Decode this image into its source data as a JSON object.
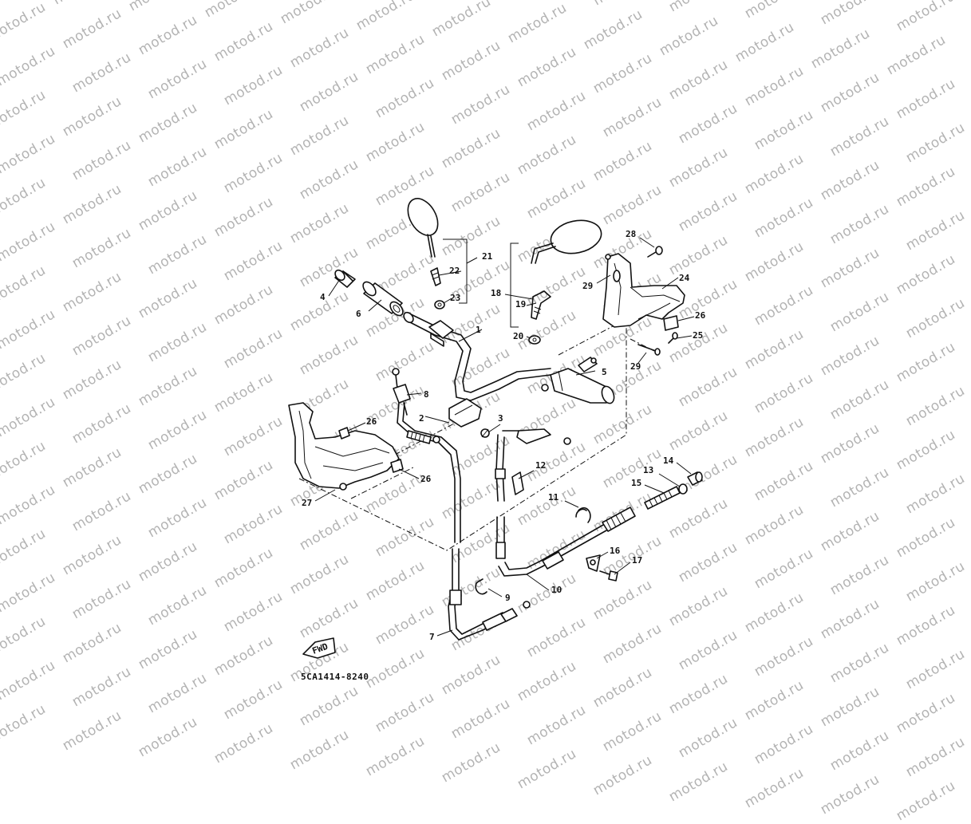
{
  "watermark": {
    "text": "motod.ru"
  },
  "part_number": "5CA1414-8240",
  "fwd_label": "FWD",
  "callouts": {
    "c1": "1",
    "c2": "2",
    "c3": "3",
    "c4": "4",
    "c5": "5",
    "c6": "6",
    "c7": "7",
    "c8": "8",
    "c9": "9",
    "c10": "10",
    "c11": "11",
    "c12": "12",
    "c13": "13",
    "c14": "14",
    "c15": "15",
    "c16": "16",
    "c17": "17",
    "c18": "18",
    "c19": "19",
    "c20": "20",
    "c21": "21",
    "c22": "22",
    "c23": "23",
    "c24": "24",
    "c25": "25",
    "c26a": "26",
    "c26b": "26",
    "c26c": "26",
    "c27": "27",
    "c28": "28",
    "c29a": "29",
    "c29b": "29"
  }
}
